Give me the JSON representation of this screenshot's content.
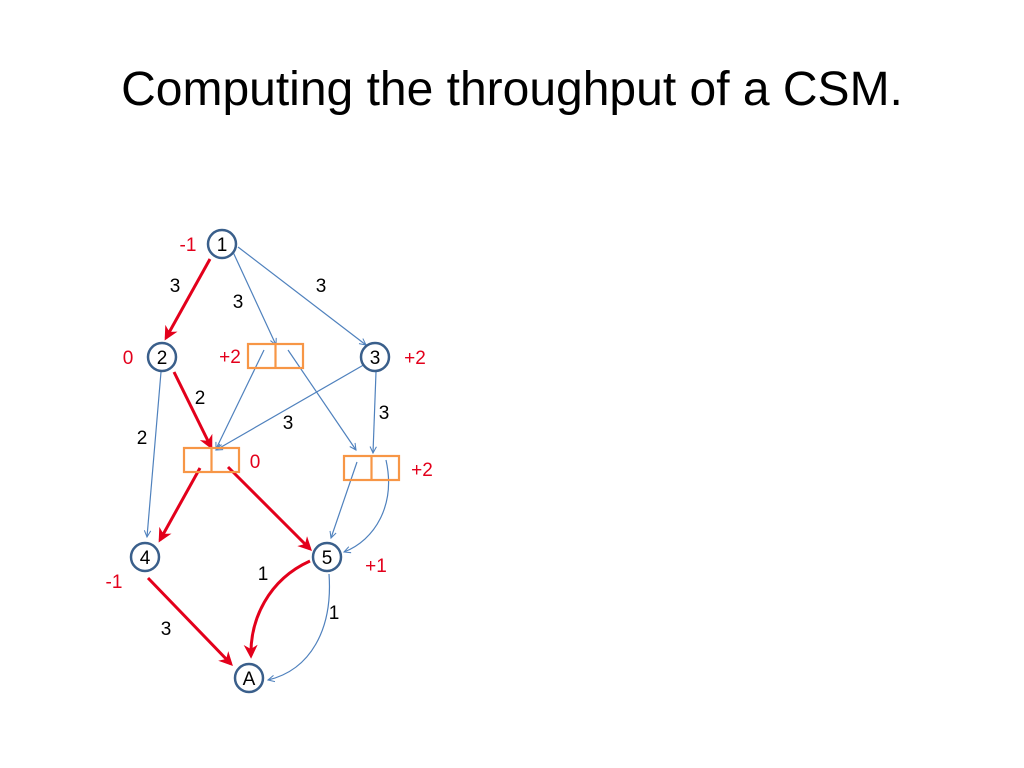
{
  "title": "Computing the throughput of a CSM.",
  "colors": {
    "node_stroke": "#3A5F8B",
    "edge_blue": "#4F81BD",
    "edge_red": "#E3001B",
    "box_orange": "#F79646",
    "potential_red": "#E3001B"
  },
  "nodes": [
    {
      "id": "n1",
      "label": "1",
      "potential": "-1"
    },
    {
      "id": "n2",
      "label": "2",
      "potential": "0"
    },
    {
      "id": "n3",
      "label": "3",
      "potential": "+2"
    },
    {
      "id": "n4",
      "label": "4",
      "potential": "-1"
    },
    {
      "id": "n5",
      "label": "5",
      "potential": "+1"
    },
    {
      "id": "nA",
      "label": "A",
      "potential": ""
    }
  ],
  "boxes": [
    {
      "id": "b1",
      "potential": "+2"
    },
    {
      "id": "b2",
      "potential": "0"
    },
    {
      "id": "b3",
      "potential": "+2"
    }
  ],
  "edges": [
    {
      "id": "e1",
      "from": "n1",
      "to": "n2",
      "weight": "3",
      "highlight": true
    },
    {
      "id": "e2",
      "from": "n1",
      "to": "b1",
      "weight": "3",
      "highlight": false
    },
    {
      "id": "e3",
      "from": "n1",
      "to": "n3",
      "weight": "3",
      "highlight": false
    },
    {
      "id": "e4",
      "from": "n2",
      "to": "b2",
      "weight": "2",
      "highlight": true
    },
    {
      "id": "e5",
      "from": "n2",
      "to": "n4",
      "weight": "2",
      "highlight": false
    },
    {
      "id": "e6",
      "from": "n3",
      "to": "b2",
      "weight": "3",
      "highlight": false
    },
    {
      "id": "e7",
      "from": "n3",
      "to": "b3",
      "weight": "3",
      "highlight": false
    },
    {
      "id": "e8",
      "from": "n4",
      "to": "nA",
      "weight": "3",
      "highlight": true
    },
    {
      "id": "e9",
      "from": "n5",
      "to": "nA",
      "weight": "1",
      "highlight": true
    },
    {
      "id": "e10",
      "from": "n5",
      "to": "nA",
      "weight": "1",
      "highlight": false
    }
  ]
}
